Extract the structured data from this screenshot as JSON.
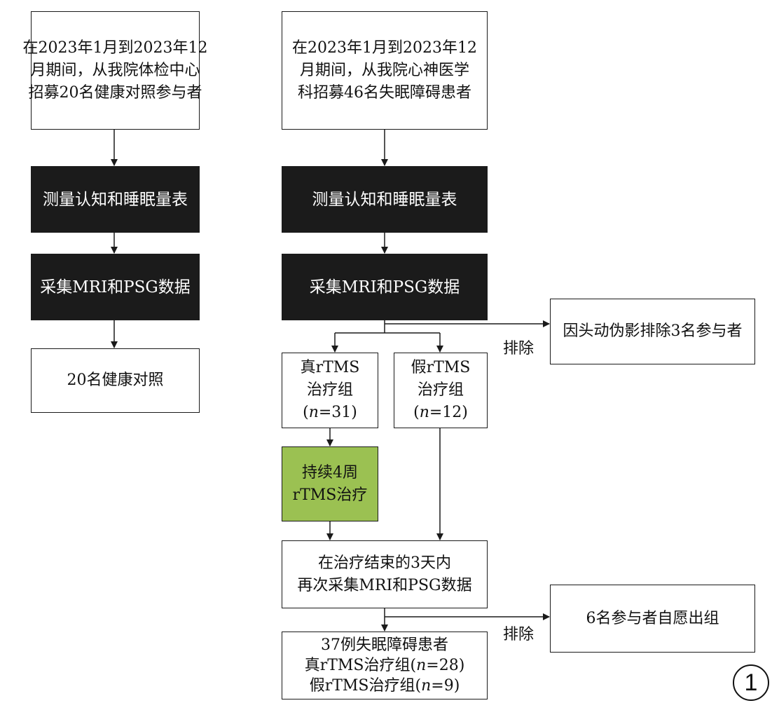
{
  "left_column": {
    "recruit": [
      "在2023年1月到2023年12",
      "月期间，从我院体检中心",
      "招募20名健康对照参与者"
    ],
    "measure": "测量认知和睡眠量表",
    "collect": "采集MRI和PSG数据",
    "result": "20名健康对照"
  },
  "right_column": {
    "recruit": [
      "在2023年1月到2023年12",
      "月期间，从我院心神医学",
      "科招募46名失眠障碍患者"
    ],
    "measure": "测量认知和睡眠量表",
    "collect": "采集MRI和PSG数据",
    "exclude_label_1": "排除",
    "exclude_box_1": "因头动伪影排除3名参与者",
    "real_group": [
      "真rTMS",
      "治疗组"
    ],
    "real_group_n": "=31)",
    "sham_group": [
      "假rTMS",
      "治疗组"
    ],
    "sham_group_n": "=12)",
    "treatment": [
      "持续4周",
      "rTMS治疗"
    ],
    "recollect": [
      "在治疗结束的3天内",
      "再次采集MRI和PSG数据"
    ],
    "exclude_label_2": "排除",
    "exclude_box_2": "6名参与者自愿出组",
    "final": {
      "line1": "37例失眠障碍患者",
      "real_prefix": "真rTMS治疗组(",
      "real_suffix": "=28)",
      "sham_prefix": "假rTMS治疗组(",
      "sham_suffix": "=9)"
    },
    "n_symbol": "n"
  },
  "figure_number": "1"
}
